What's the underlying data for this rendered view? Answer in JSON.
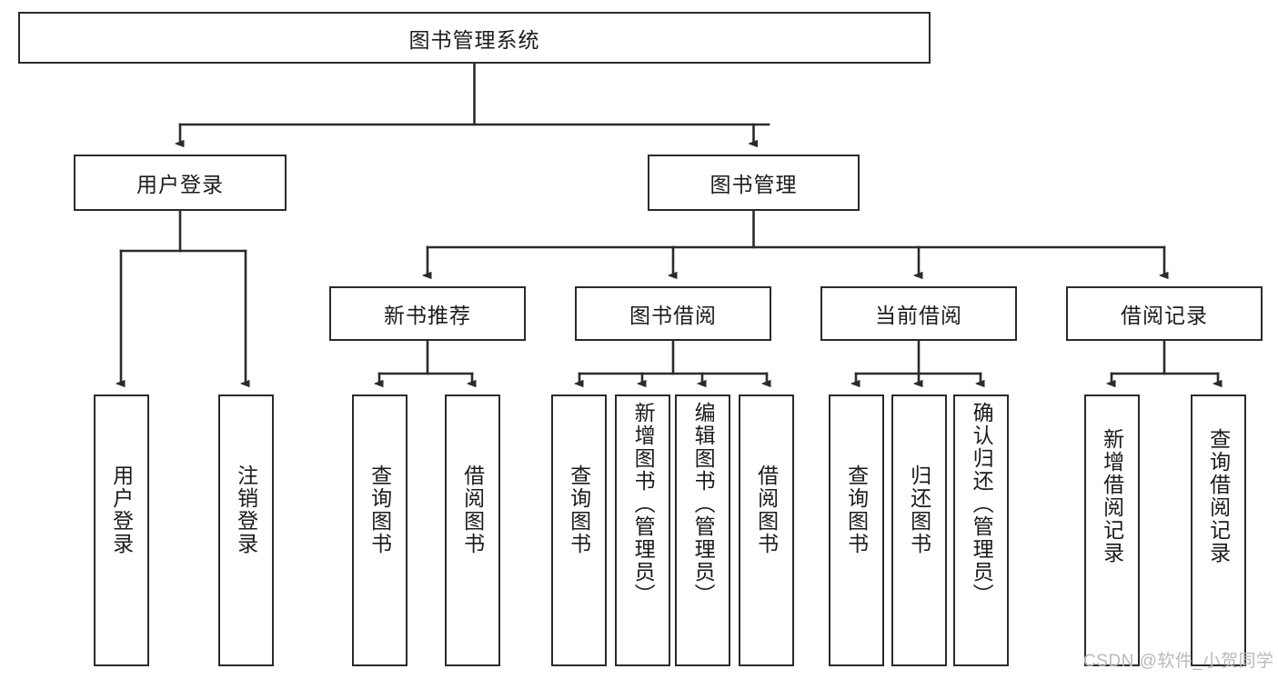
{
  "diagram": {
    "title": "图书管理系统",
    "type": "tree-hierarchy-chart",
    "colors": {
      "stroke": "#2b2b2b",
      "fill": "#ffffff",
      "text": "#1b1b1b",
      "watermark": "#b9b9b9"
    },
    "root": {
      "label": "图书管理系统"
    },
    "level2": [
      {
        "label": "用户登录"
      },
      {
        "label": "图书管理"
      }
    ],
    "level3": [
      {
        "label": "新书推荐"
      },
      {
        "label": "图书借阅"
      },
      {
        "label": "当前借阅"
      },
      {
        "label": "借阅记录"
      }
    ],
    "leaves": [
      {
        "label": "用户登录"
      },
      {
        "label": "注销登录"
      },
      {
        "label": "查询图书"
      },
      {
        "label": "借阅图书"
      },
      {
        "label": "查询图书"
      },
      {
        "label": "新增图书（管理员）"
      },
      {
        "label": "编辑图书（管理员）"
      },
      {
        "label": "借阅图书"
      },
      {
        "label": "查询图书"
      },
      {
        "label": "归还图书"
      },
      {
        "label": "确认归还（管理员）"
      },
      {
        "label": "新增借阅记录"
      },
      {
        "label": "查询借阅记录"
      }
    ]
  },
  "watermark": {
    "text": "CSDN @软件_小贺同学"
  }
}
